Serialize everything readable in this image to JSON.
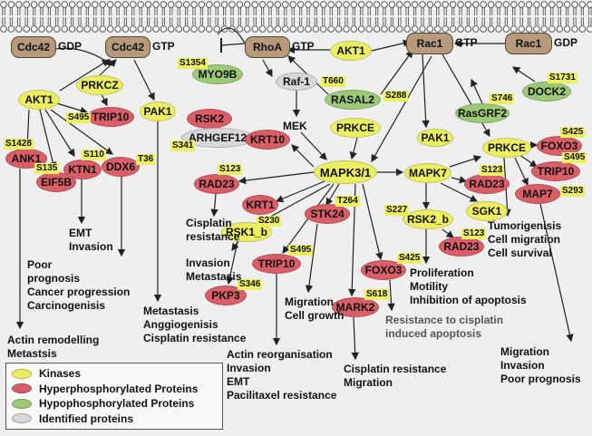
{
  "gtpases": {
    "cdc42_gdp": {
      "label": "Cdc42",
      "state": "GDP"
    },
    "cdc42_gtp": {
      "label": "Cdc42",
      "state": "GTP"
    },
    "rhoa": {
      "label": "RhoA",
      "state": "GTP"
    },
    "rac1_gtp": {
      "label": "Rac1",
      "state": "GTP"
    },
    "rac1_gdp": {
      "label": "Rac1",
      "state": "GDP"
    }
  },
  "nodes": {
    "akt1_left": "AKT1",
    "prkcz": "PRKCZ",
    "trip10_left": "TRIP10",
    "pak1_left": "PAK1",
    "ank1": "ANK1",
    "ktn1": "KTN1",
    "eif5b": "EIF5B",
    "ddx6": "DDX6",
    "myo9b": "MYO9B",
    "raf1": "Raf-1",
    "mek": "MEK",
    "rsk2": "RSK2",
    "arhgef12": "ARHGEF12",
    "akt1_top": "AKT1",
    "rasal2": "RASAL2",
    "prkce_mid": "PRKCE",
    "krt10": "KRT10",
    "mapk31": "MAPK3/1",
    "rad23_left": "RAD23",
    "krt1": "KRT1",
    "stk24": "STK24",
    "rsk1b": "RSK1_b",
    "trip10_mid": "TRIP10",
    "pkp3": "PKP3",
    "mark2": "MARK2",
    "foxo3_mid": "FOXO3",
    "mapk7": "MAPK7",
    "rad23_mid": "RAD23",
    "rsk2b": "RSK2_b",
    "rad23_low": "RAD23",
    "sgk1": "SGK1",
    "pak1_right": "PAK1",
    "rasgrf2": "RasGRF2",
    "dock2": "DOCK2",
    "prkce_right": "PRKCE",
    "foxo3_right": "FOXO3",
    "trip10_right": "TRIP10",
    "map7": "MAP7"
  },
  "sites": {
    "s495_trip10_left": "S495",
    "s1428": "S1428",
    "s110": "S110",
    "s135": "S135",
    "t36": "T36",
    "s1354": "S1354",
    "t660": "T660",
    "s341": "S341",
    "s288": "S288",
    "s123_rad23_left": "S123",
    "t264": "T264",
    "s230": "S230",
    "s495_trip10_mid": "S495",
    "s346": "S346",
    "s618": "S618",
    "s425_foxo3_mid": "S425",
    "s227": "S227",
    "s123_rad23_mid": "S123",
    "s123_rad23_low": "S123",
    "s746": "S746",
    "s1731": "S1731",
    "s425_foxo3_right": "S425",
    "s495_trip10_right": "S495",
    "s293": "S293"
  },
  "outcomes": {
    "ank1": [
      "Actin remodelling",
      "Metastsis"
    ],
    "eif5b": [
      "Poor",
      "prognosis",
      "Cancer progression",
      "Carcinogenisis"
    ],
    "ktn1": [
      "EMT",
      "Invasion"
    ],
    "pak1": [
      "Metastasis",
      "Anggiogenisis",
      "Cisplatin resistance"
    ],
    "rad23": [
      "Cisplatin",
      "resistance"
    ],
    "rsk1": [
      "Invasion",
      "Metastasis"
    ],
    "trip10": [
      "Actin reorganisation",
      "Invasion",
      "EMT",
      "Pacilitaxel resistance"
    ],
    "stk24": [
      "Migration",
      "Cell growth"
    ],
    "mark2": [
      "Cisplatin resistance",
      "Migration"
    ],
    "foxo3": [
      "Resistance to cisplatin",
      "induced apoptosis"
    ],
    "rsk2": [
      "Proliferation",
      "Motility",
      "Inhibition of apoptosis"
    ],
    "sgk1": [
      "Tumorigenisis",
      "Cell migration",
      "Cell survival"
    ],
    "map7": [
      "Migration",
      "Invasion",
      "Poor prognosis"
    ]
  },
  "legend": [
    {
      "label": "Kinases",
      "color": "#ecef62"
    },
    {
      "label": "Hyperphosphorylated Proteins",
      "color": "#d95e68"
    },
    {
      "label": "Hypophosphorylated Proteins",
      "color": "#9dc977"
    },
    {
      "label": "Identified proteins",
      "color": "#d8d8d8"
    }
  ]
}
